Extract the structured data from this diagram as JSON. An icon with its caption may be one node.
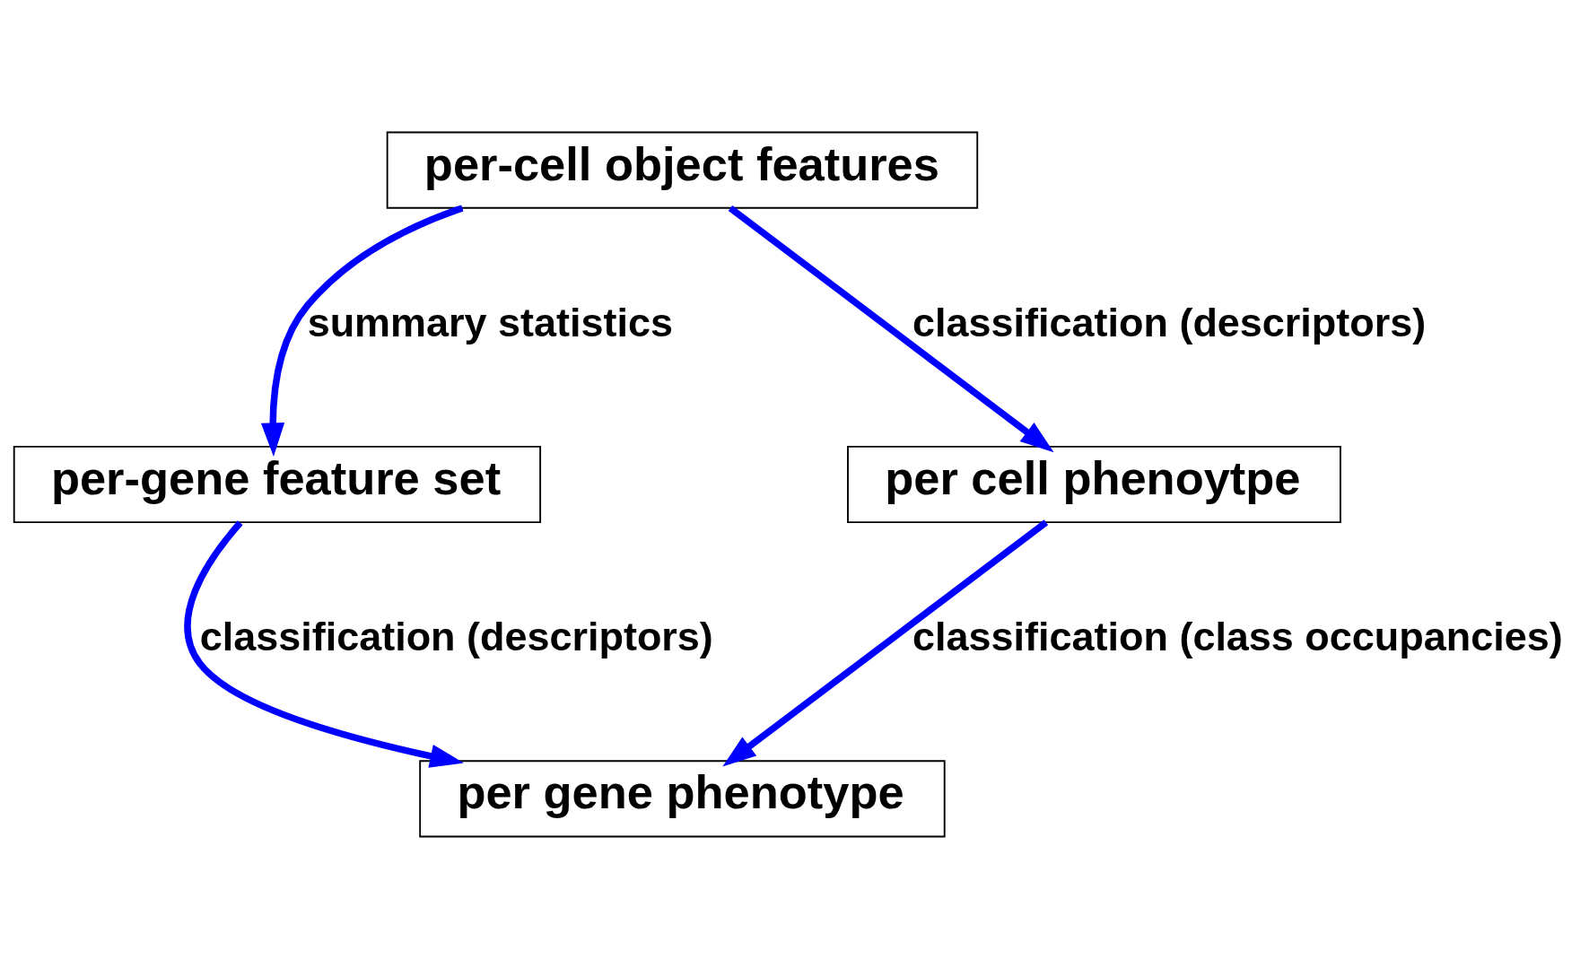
{
  "diagram": {
    "nodes": [
      {
        "text": [
          "per-cell object features"
        ]
      },
      {
        "text": [
          "per-gene feature set"
        ]
      },
      {
        "text": [
          "per cell phenoytpe"
        ]
      },
      {
        "text": [
          "per gene phenotype"
        ]
      }
    ],
    "edges": [
      {
        "from": 0,
        "to": 1,
        "arrow": "to",
        "label": "summary statistics"
      },
      {
        "from": 0,
        "to": 2,
        "arrow": "to",
        "label": "classification (descriptors)"
      },
      {
        "from": 1,
        "to": 3,
        "arrow": "to",
        "label": "classification (descriptors)"
      },
      {
        "from": 2,
        "to": 3,
        "arrow": "to",
        "label": "classification (class occupancies)"
      }
    ]
  }
}
